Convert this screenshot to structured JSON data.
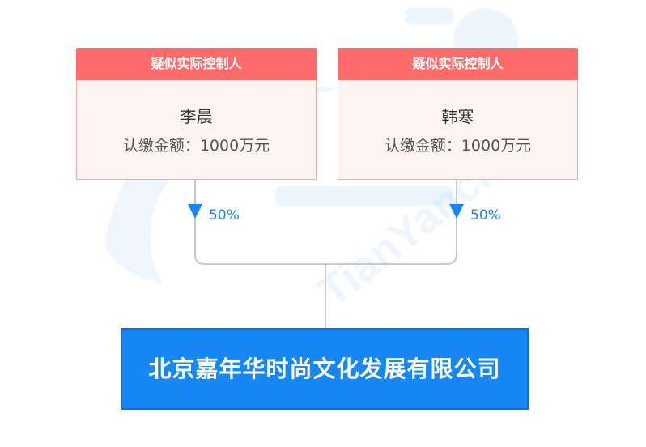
{
  "watermark": {
    "text": "TianYancha"
  },
  "shareholders": [
    {
      "tag": "疑似实际控制人",
      "name": "李晨",
      "amount": "认缴金额：1000万元",
      "percent": "50%"
    },
    {
      "tag": "疑似实际控制人",
      "name": "韩寒",
      "amount": "认缴金额：1000万元",
      "percent": "50%"
    }
  ],
  "company": {
    "name": "北京嘉年华时尚文化发展有限公司"
  },
  "colors": {
    "tag_bg": "#ff6b6b",
    "card_bg": "#fdf4f2",
    "card_border": "#f4a9a4",
    "accent_blue": "#1886f5",
    "connector": "#c8c8c8"
  }
}
